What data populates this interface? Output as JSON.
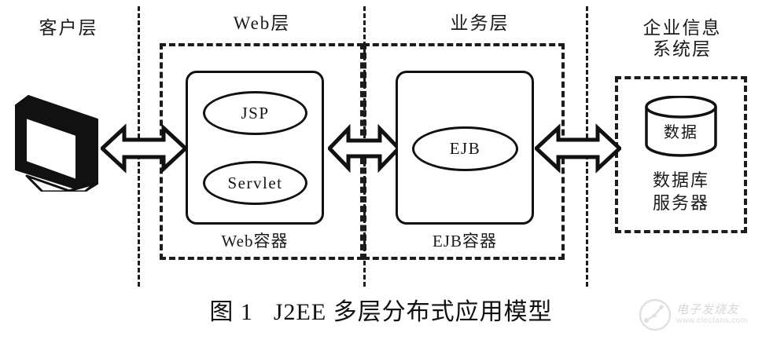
{
  "figure": {
    "caption_number": "图 1",
    "caption_title": "J2EE 多层分布式应用模型"
  },
  "tiers": [
    {
      "id": "client",
      "label": "客户层"
    },
    {
      "id": "web",
      "label": "Web层"
    },
    {
      "id": "business",
      "label": "业务层"
    },
    {
      "id": "eis",
      "label": "企业信息\n系统层"
    }
  ],
  "client_tier": {
    "node_name": "client-workstation",
    "icon": "desktop-monitor-icon"
  },
  "web_tier": {
    "container_label": "Web容器",
    "components": [
      {
        "id": "jsp",
        "label": "JSP"
      },
      {
        "id": "servlet",
        "label": "Servlet"
      }
    ]
  },
  "business_tier": {
    "container_label": "EJB容器",
    "components": [
      {
        "id": "ejb",
        "label": "EJB"
      }
    ]
  },
  "eis_tier": {
    "database_label": "数据",
    "server_caption": "数据库\n服务器"
  },
  "connections": [
    {
      "id": "client-web",
      "from": "客户层",
      "to": "Web层",
      "style": "bidirectional"
    },
    {
      "id": "web-business",
      "from": "Web层",
      "to": "业务层",
      "style": "bidirectional"
    },
    {
      "id": "business-eis",
      "from": "业务层",
      "to": "企业信息系统层",
      "style": "bidirectional"
    }
  ],
  "watermark": {
    "site_name": "电子发烧友",
    "url": "www.elecfans.com"
  },
  "colors": {
    "ink": "#1a1a1a",
    "paper": "#ffffff",
    "watermark": "#8a8a8a"
  }
}
